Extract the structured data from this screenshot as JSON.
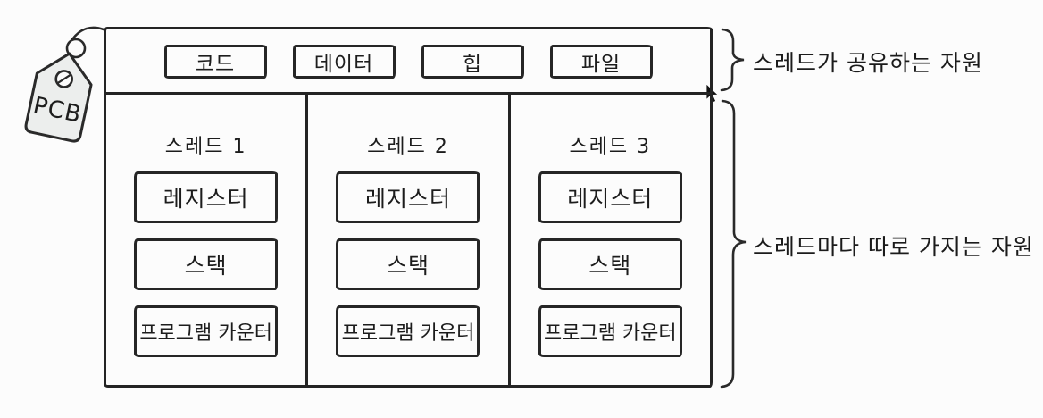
{
  "pcb_tag": {
    "label": "PCB"
  },
  "shared": {
    "boxes": [
      "코드",
      "데이터",
      "힙",
      "파일"
    ],
    "annotation": "스레드가 공유하는 자원"
  },
  "threads": [
    {
      "title": "스레드 1",
      "boxes": [
        "레지스터",
        "스택",
        "프로그램 카운터"
      ]
    },
    {
      "title": "스레드 2",
      "boxes": [
        "레지스터",
        "스택",
        "프로그램 카운터"
      ]
    },
    {
      "title": "스레드 3",
      "boxes": [
        "레지스터",
        "스택",
        "프로그램 카운터"
      ]
    }
  ],
  "per_thread_annotation": "스레드마다 따로 가지는 자원",
  "colors": {
    "ink": "#242424",
    "tag_fill": "#eceeed",
    "background": "#fcfcfc"
  }
}
